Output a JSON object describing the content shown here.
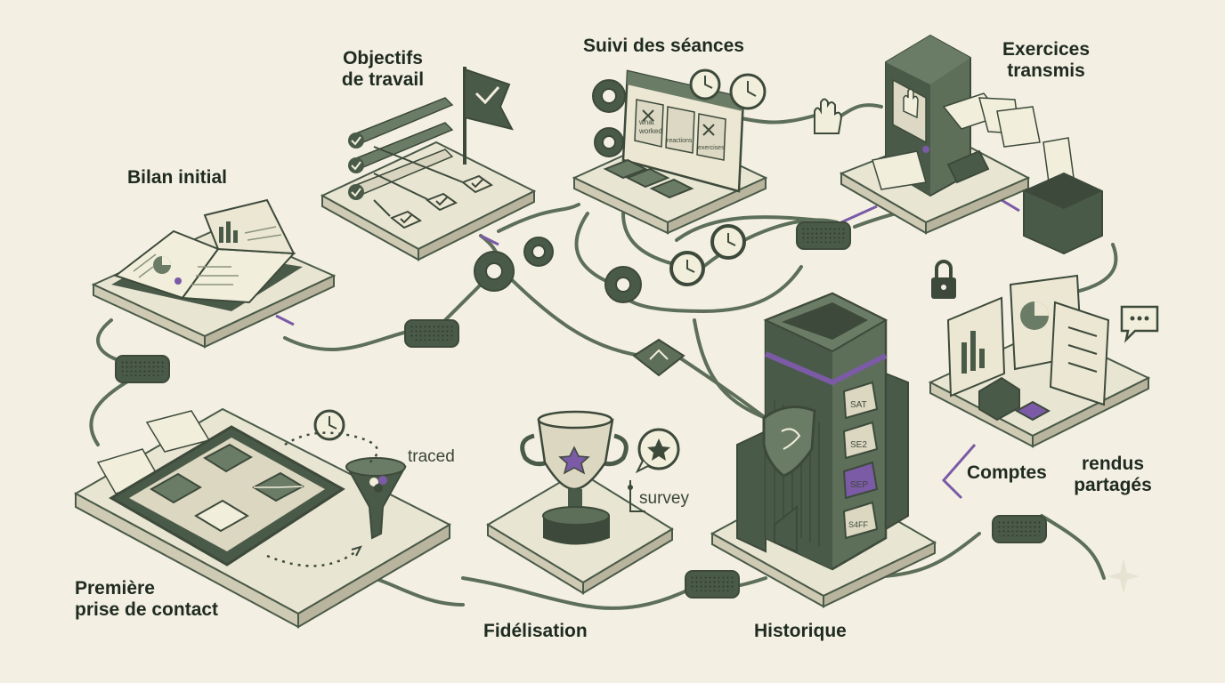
{
  "labels": {
    "bilan_initial": "Bilan initial",
    "objectifs": [
      "Objectifs",
      "de travail"
    ],
    "suivi": "Suivi des séances",
    "exercices": [
      "Exercices",
      "transmis"
    ],
    "comptes_1": "Comptes",
    "comptes_2": [
      "rendus",
      "partagés"
    ],
    "premiere": [
      "Première",
      "prise de contact"
    ],
    "fidelisation": "Fidélisation",
    "historique": "Historique",
    "traced": "traced",
    "survey": "survey"
  },
  "screen_labels": {
    "card1": [
      "what",
      "worked"
    ],
    "card2": "reactions",
    "card3": "exercises"
  },
  "tower_slots": [
    "SAT",
    "SE2",
    "SEP",
    "S4FF"
  ],
  "colors": {
    "background": "#f3f0e3",
    "dark_green": "#4a5a48",
    "mid_green": "#6b7c66",
    "light_platform": "#e9e5d3",
    "accent_purple": "#7b5aa6"
  },
  "icons": [
    "book-icon",
    "flag-icon",
    "checkbox-icon",
    "gear-icon",
    "clock-icon",
    "hand-icon",
    "printer-icon",
    "paper-icon",
    "lock-icon",
    "chat-bubble-icon",
    "chart-icon",
    "tablet-icon",
    "phone-icon",
    "envelope-icon",
    "funnel-icon",
    "trophy-icon",
    "star-icon",
    "server-tower-icon",
    "shield-icon",
    "network-node-icon"
  ]
}
